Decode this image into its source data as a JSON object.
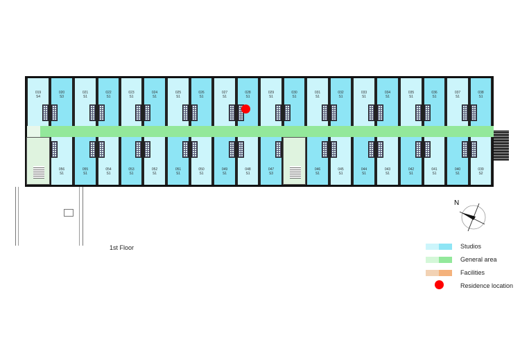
{
  "floor_label": "1st Floor",
  "compass": {
    "label": "N"
  },
  "colors": {
    "studio_light": "#ccf5fb",
    "studio_dark": "#8ee5f5",
    "general_light": "#d4f7d8",
    "general_dark": "#93e89b",
    "facility_light": "#f2d2b4",
    "facility_dark": "#f4b27c",
    "residence": "#ff0000"
  },
  "rooms_top": [
    {
      "id": "019",
      "type": "S4",
      "shade": "light"
    },
    {
      "id": "020",
      "type": "S3",
      "shade": "dark"
    },
    {
      "id": "021",
      "type": "S1",
      "shade": "light"
    },
    {
      "id": "022",
      "type": "S1",
      "shade": "dark"
    },
    {
      "id": "023",
      "type": "S1",
      "shade": "light"
    },
    {
      "id": "024",
      "type": "S1",
      "shade": "dark"
    },
    {
      "id": "025",
      "type": "S1",
      "shade": "light"
    },
    {
      "id": "026",
      "type": "S1",
      "shade": "dark"
    },
    {
      "id": "027",
      "type": "S1",
      "shade": "light"
    },
    {
      "id": "028",
      "type": "S1",
      "shade": "dark"
    },
    {
      "id": "029",
      "type": "S1",
      "shade": "light"
    },
    {
      "id": "030",
      "type": "S1",
      "shade": "dark"
    },
    {
      "id": "031",
      "type": "S1",
      "shade": "light"
    },
    {
      "id": "032",
      "type": "S1",
      "shade": "dark"
    },
    {
      "id": "033",
      "type": "S1",
      "shade": "light"
    },
    {
      "id": "034",
      "type": "S1",
      "shade": "dark"
    },
    {
      "id": "035",
      "type": "S1",
      "shade": "light"
    },
    {
      "id": "036",
      "type": "S1",
      "shade": "dark"
    },
    {
      "id": "037",
      "type": "S1",
      "shade": "light"
    },
    {
      "id": "038",
      "type": "S1",
      "shade": "dark"
    }
  ],
  "rooms_bottom": [
    null,
    {
      "id": "056",
      "type": "S1",
      "shade": "light"
    },
    {
      "id": "055",
      "type": "S1",
      "shade": "dark"
    },
    {
      "id": "054",
      "type": "S1",
      "shade": "light"
    },
    {
      "id": "053",
      "type": "S1",
      "shade": "dark"
    },
    {
      "id": "052",
      "type": "S1",
      "shade": "light"
    },
    {
      "id": "051",
      "type": "S1",
      "shade": "dark"
    },
    {
      "id": "050",
      "type": "S1",
      "shade": "light"
    },
    {
      "id": "049",
      "type": "S1",
      "shade": "dark"
    },
    {
      "id": "048",
      "type": "S1",
      "shade": "light"
    },
    {
      "id": "047",
      "type": "S3",
      "shade": "dark"
    },
    null,
    {
      "id": "046",
      "type": "S1",
      "shade": "dark"
    },
    {
      "id": "045",
      "type": "S1",
      "shade": "light"
    },
    {
      "id": "044",
      "type": "S1",
      "shade": "dark"
    },
    {
      "id": "043",
      "type": "S1",
      "shade": "light"
    },
    {
      "id": "042",
      "type": "S1",
      "shade": "dark"
    },
    {
      "id": "041",
      "type": "S1",
      "shade": "light"
    },
    {
      "id": "040",
      "type": "S1",
      "shade": "dark"
    },
    {
      "id": "039",
      "type": "S2",
      "shade": "light"
    }
  ],
  "legend": [
    {
      "label": "Studios",
      "light": "#ccf5fb",
      "dark": "#8ee5f5"
    },
    {
      "label": "General area",
      "light": "#d4f7d8",
      "dark": "#93e89b"
    },
    {
      "label": "Facilities",
      "light": "#f2d2b4",
      "dark": "#f4b27c"
    },
    {
      "label": "Residence location",
      "dot": "#ff0000"
    }
  ]
}
